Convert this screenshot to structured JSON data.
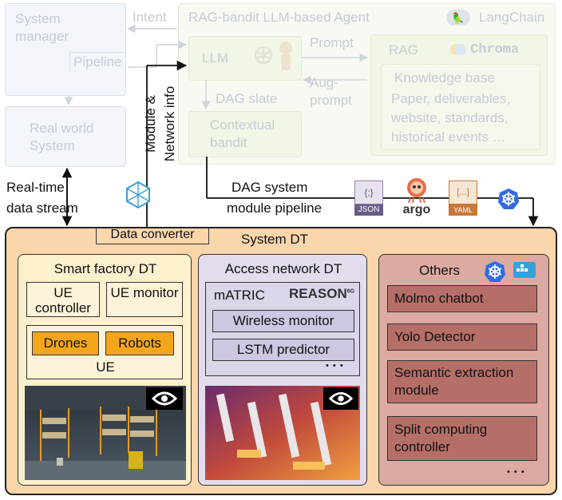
{
  "faded": {
    "system_manager": "System manager",
    "pipeline": "Pipeline",
    "intent": "Intent",
    "agent_title": "RAG-bandit LLM-based Agent",
    "langchain": "LangChain",
    "llm": "LLM",
    "prompt": "Prompt",
    "rag": "RAG",
    "chroma": "Chroma",
    "knowledge_base": "Knowledge base",
    "kb_line1": "Paper, deliverables,",
    "kb_line2": "website, standards,",
    "kb_line3": "historical events …",
    "aug_prompt": "Aug-prompt",
    "dag_slate": "DAG slate",
    "contextual_bandit": "Contextual bandit",
    "real_world": "Real world System"
  },
  "labels": {
    "module_network_line1": "Module &",
    "module_network_line2": "Network info",
    "realtime_line1": "Real-time",
    "realtime_line2": "data stream",
    "dag_line1": "DAG system",
    "dag_line2": "module pipeline",
    "json": "JSON",
    "argo": "argo",
    "yaml": "YAML",
    "yaml_bracket": "[...]",
    "json_braces": "{;}"
  },
  "system_dt": {
    "title": "System DT",
    "data_converter": "Data converter",
    "smart_factory": {
      "title": "Smart factory DT",
      "ue_controller": "UE controller",
      "ue_monitor": "UE monitor",
      "drones": "Drones",
      "robots": "Robots",
      "ue": "UE"
    },
    "access_network": {
      "title": "Access network DT",
      "matric": "mATRIC",
      "reason": "REASON",
      "reason_sup": "6G",
      "wireless_monitor": "Wireless monitor",
      "lstm_predictor": "LSTM predictor",
      "ellipsis": "• • •"
    },
    "others": {
      "title": "Others",
      "items": [
        "Molmo chatbot",
        "Yolo Detector",
        "Semantic extraction module",
        "Split computing controller"
      ],
      "ellipsis": "• • •"
    }
  },
  "colors": {
    "system_dt_fill": "#fbd6ab",
    "smart_factory_fill": "#fdf0cc",
    "access_network_fill": "#e4dcee",
    "others_fill": "#dcaaa1",
    "others_item_fill": "#b66f68",
    "orange_item": "#f4a61b",
    "lavender_item": "#cfc6e2"
  },
  "icons": [
    "opengl-icon",
    "nvidia-icon",
    "kubernetes-icon",
    "docker-icon",
    "json-file-icon",
    "argo-icon",
    "yaml-file-icon",
    "langchain-icon",
    "chroma-icon",
    "openai-icon"
  ]
}
